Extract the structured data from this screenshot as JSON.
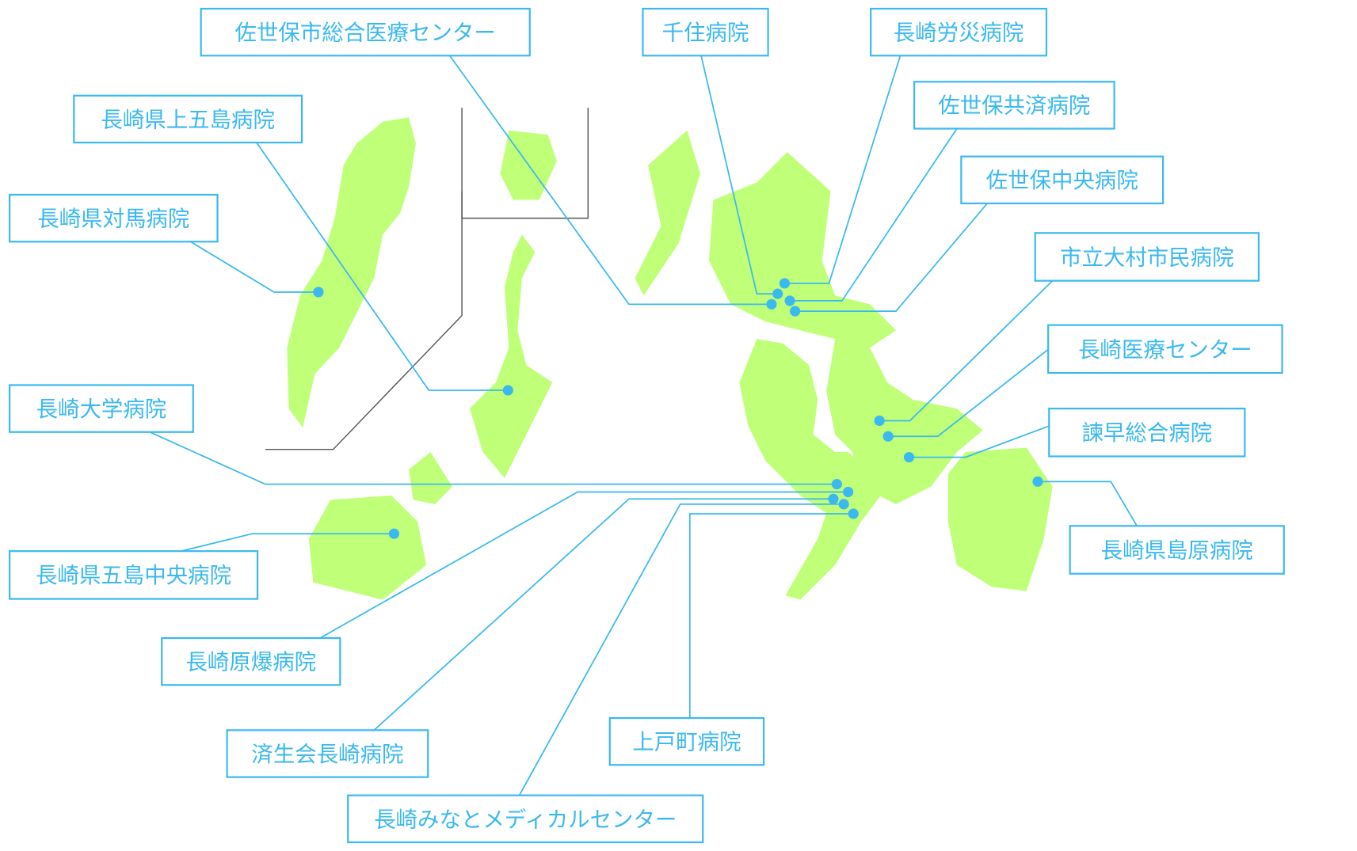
{
  "map": {
    "colors": {
      "land": "#c0ff78",
      "accent": "#3ab9f0",
      "inset_border": "#555555"
    },
    "hospitals": [
      {
        "name": "佐世保市総合医療センター"
      },
      {
        "name": "千住病院"
      },
      {
        "name": "長崎労災病院"
      },
      {
        "name": "佐世保共済病院"
      },
      {
        "name": "佐世保中央病院"
      },
      {
        "name": "市立大村市民病院"
      },
      {
        "name": "長崎医療センター"
      },
      {
        "name": "諫早総合病院"
      },
      {
        "name": "長崎県島原病院"
      },
      {
        "name": "長崎県上五島病院"
      },
      {
        "name": "長崎県対馬病院"
      },
      {
        "name": "長崎大学病院"
      },
      {
        "name": "長崎県五島中央病院"
      },
      {
        "name": "長崎原爆病院"
      },
      {
        "name": "済生会長崎病院"
      },
      {
        "name": "長崎みなとメディカルセンター"
      },
      {
        "name": "上戸町病院"
      }
    ]
  }
}
